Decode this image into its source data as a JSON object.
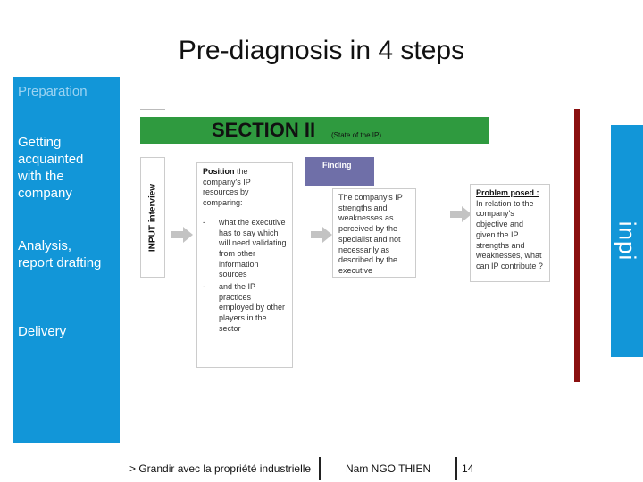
{
  "title": "Pre-diagnosis in 4 steps",
  "steps": [
    "Preparation",
    "Getting acquainted with the company",
    "Analysis, report drafting",
    "Delivery"
  ],
  "brand": "inpi",
  "section": {
    "title": "SECTION II",
    "subtitle": "(State of the IP)"
  },
  "input_label": "INPUT interview",
  "box1": {
    "heading": "Position",
    "lead": " the company's IP resources by comparing:",
    "bullet1": "what the executive has to say which will need validating from other information sources",
    "bullet2": "and the IP practices employed by other players in the sector"
  },
  "finding_label": "Finding",
  "box2": {
    "text": "The company's IP strengths and weaknesses as perceived by the specialist and not necessarily as described by the executive"
  },
  "box3": {
    "heading": "Problem posed :",
    "text": "In relation to the company's objective and given the IP strengths and weaknesses, what can IP contribute ?"
  },
  "footer": {
    "tagline": "> Grandir avec la propriété industrielle",
    "author": "Nam NGO THIEN",
    "page": "14"
  },
  "colors": {
    "sidebar": "#1296d8",
    "section": "#2f9a3f",
    "finding": "#6f6fa8",
    "timeline": "#8a1010"
  }
}
